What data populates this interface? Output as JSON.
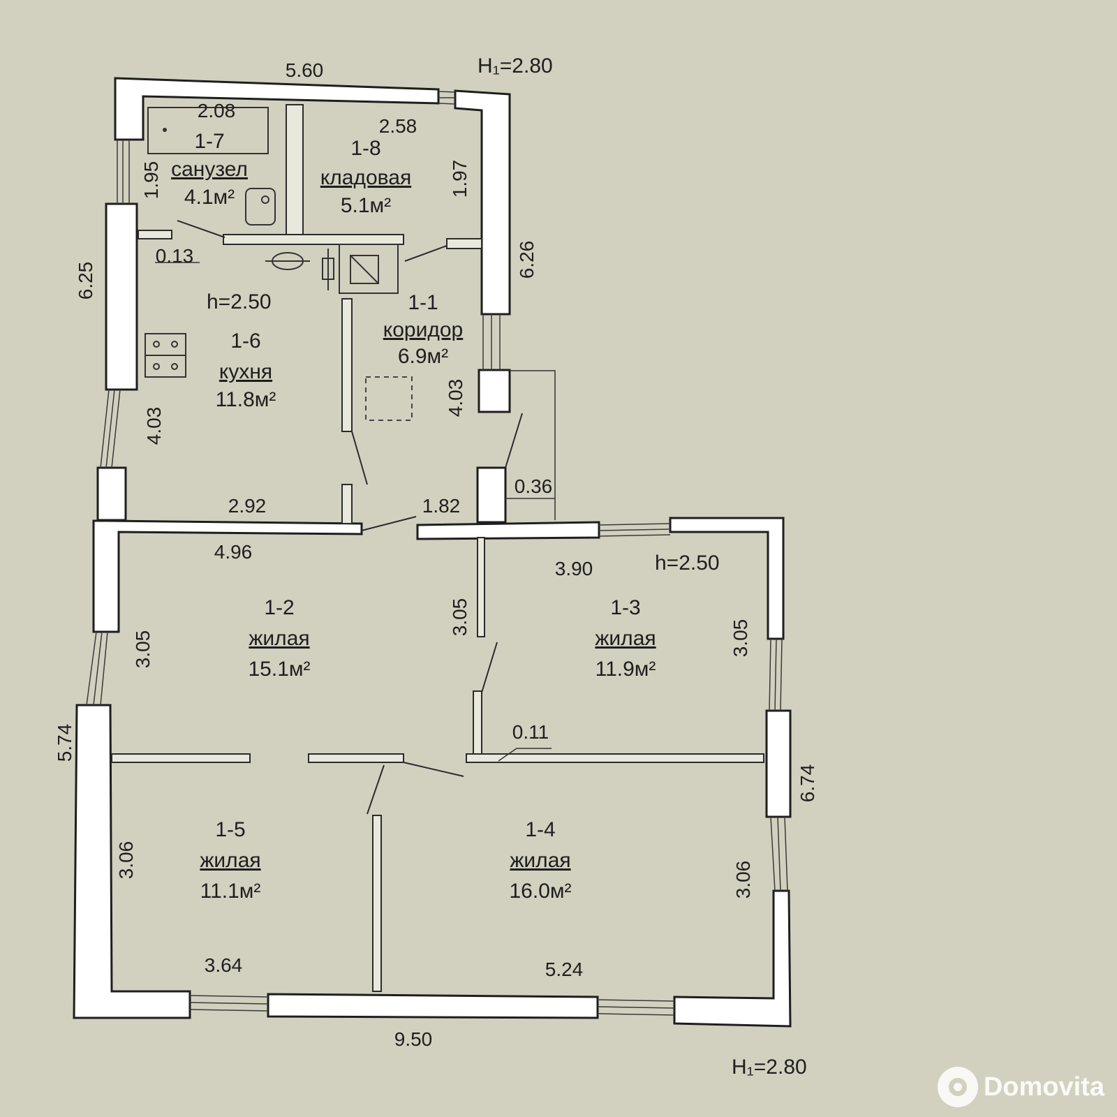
{
  "heights": {
    "top": "H₁=2.80",
    "bottom": "H₁=2.80",
    "kitchen": "h=2.50",
    "room13": "h=2.50"
  },
  "rooms": [
    {
      "id": "1-1",
      "name": "коридор",
      "area": "6.9м²"
    },
    {
      "id": "1-2",
      "name": "жилая",
      "area": "15.1м²"
    },
    {
      "id": "1-3",
      "name": "жилая",
      "area": "11.9м²"
    },
    {
      "id": "1-4",
      "name": "жилая",
      "area": "16.0м²"
    },
    {
      "id": "1-5",
      "name": "жилая",
      "area": "11.1м²"
    },
    {
      "id": "1-6",
      "name": "кухня",
      "area": "11.8м²"
    },
    {
      "id": "1-7",
      "name": "санузел",
      "area": "4.1м²"
    },
    {
      "id": "1-8",
      "name": "кладовая",
      "area": "5.1м²"
    }
  ],
  "dims": {
    "top_total": "5.60",
    "bath_width": "2.08",
    "bath_height": "1.95",
    "pantry_width": "2.58",
    "pantry_height": "1.97",
    "right_upper": "6.26",
    "left_upper": "6.25",
    "wall_013": "0.13",
    "kitchen_height": "4.03",
    "corridor_height": "4.03",
    "kitchen_width": "2.92",
    "corridor_width": "1.82",
    "wall_036": "0.36",
    "room12_width": "4.96",
    "room13_width": "3.90",
    "room12_height": "3.05",
    "room13_left": "3.05",
    "room13_right": "3.05",
    "wall_011": "0.11",
    "left_lower": "5.74",
    "right_lower": "6.74",
    "room15_height": "3.06",
    "room14_height": "3.06",
    "room15_width": "3.64",
    "room14_width": "5.24",
    "bottom_total": "9.50"
  },
  "watermark": "Domovita"
}
